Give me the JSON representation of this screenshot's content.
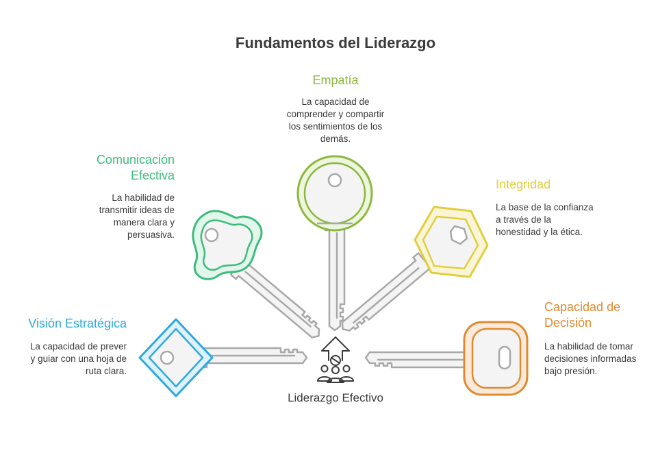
{
  "title": "Fundamentos del Liderazgo",
  "center": {
    "label": "Liderazgo Efectivo",
    "icon": "leadership-people-icon"
  },
  "colors": {
    "empatia": "#8ab83a",
    "comunicacion": "#3cbc7c",
    "integridad": "#e0cf3a",
    "vision": "#2ea8dc",
    "decision": "#e08a2e",
    "text": "#3a3a3a",
    "key_gray": "#f4f4f4",
    "key_outline": "#a8a8a8"
  },
  "items": {
    "empatia": {
      "title": "Empatía",
      "desc": [
        "La capacidad de",
        "comprender y compartir",
        "los sentimientos de los",
        "demás."
      ]
    },
    "comunicacion": {
      "title": [
        "Comunicación",
        "Efectiva"
      ],
      "desc": [
        "La habilidad de",
        "transmitir ideas de",
        "manera clara y",
        "persuasiva."
      ]
    },
    "integridad": {
      "title": "Integridad",
      "desc": [
        "La base de la confianza",
        "a través de la",
        "honestidad y la ética."
      ]
    },
    "vision": {
      "title": "Visión Estratégica",
      "desc": [
        "La capacidad de prever",
        "y guiar con una hoja de",
        "ruta clara."
      ]
    },
    "decision": {
      "title": [
        "Capacidad de",
        "Decisión"
      ],
      "desc": [
        "La habilidad de tomar",
        "decisiones informadas",
        "bajo presión."
      ]
    }
  }
}
